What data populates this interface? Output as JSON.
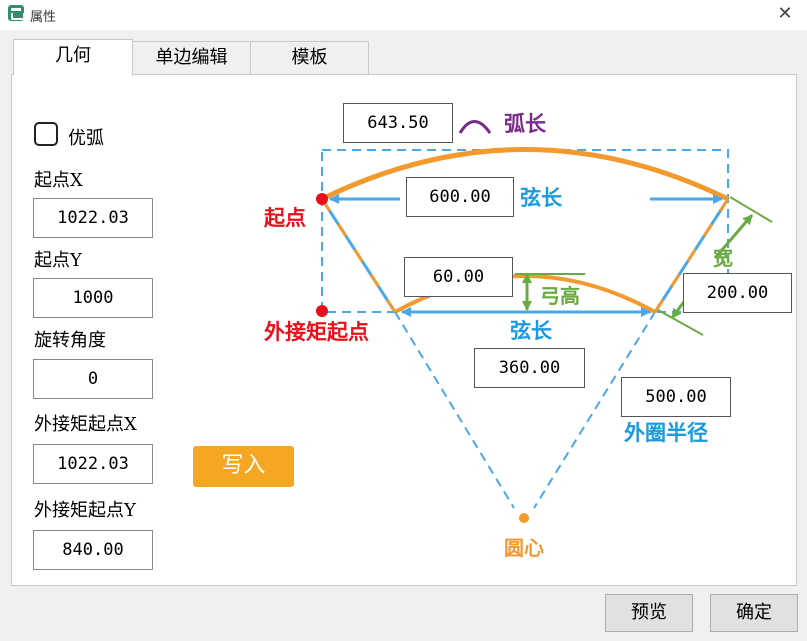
{
  "window": {
    "title": "属性",
    "close_glyph": "✕"
  },
  "tabs": [
    {
      "label": "几何",
      "active": true
    },
    {
      "label": "单边编辑",
      "active": false
    },
    {
      "label": "模板",
      "active": false
    }
  ],
  "form": {
    "arc_checkbox_label": "优弧",
    "arc_checked": false,
    "fields": [
      {
        "label": "起点X",
        "value": "1022.03"
      },
      {
        "label": "起点Y",
        "value": "1000"
      },
      {
        "label": "旋转角度",
        "value": "0"
      },
      {
        "label": "外接矩起点X",
        "value": "1022.03"
      },
      {
        "label": "外接矩起点Y",
        "value": "840.00"
      }
    ],
    "write_button": "写入"
  },
  "diagram": {
    "arc_length_value": "643.50",
    "arc_length_label": "弧长",
    "chord_outer_value": "600.00",
    "chord_outer_label": "弦长",
    "start_label": "起点",
    "sagitta_value": "60.00",
    "sagitta_label": "弓高",
    "width_value": "200.00",
    "width_label": "宽",
    "bbox_start_label": "外接矩起点",
    "chord_inner_label": "弦长",
    "chord_inner_value": "360.00",
    "outer_radius_value": "500.00",
    "outer_radius_label": "外圈半径",
    "center_label": "圆心",
    "colors": {
      "orange": "#f39a2e",
      "blue": "#4aa8e8",
      "red": "#e8101a",
      "green": "#6aaa44",
      "purple": "#7a2a8a",
      "label_blue": "#1a9ae0"
    }
  },
  "footer": {
    "preview_button": "预览",
    "ok_button": "确定"
  }
}
